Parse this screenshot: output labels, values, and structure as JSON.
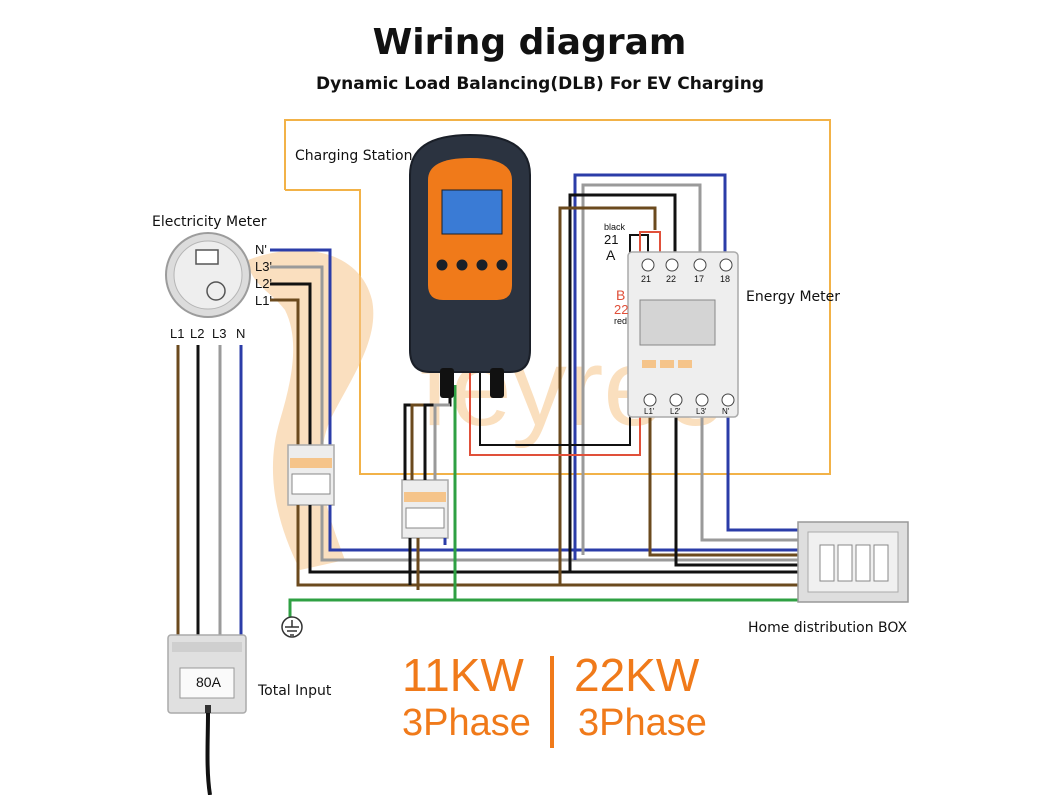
{
  "header": {
    "title": "Wiring diagram",
    "subtitle": "Dynamic Load Balancing(DLB) For EV Charging"
  },
  "labels": {
    "charging_station": "Charging Station",
    "electricity_meter": "Electricity Meter",
    "energy_meter": "Energy Meter",
    "home_box": "Home distribution BOX",
    "total_input": "Total Input",
    "breaker_rating": "80A"
  },
  "meter_terminals": [
    "N'",
    "L3'",
    "L2'",
    "L1'"
  ],
  "input_lines": [
    "L1",
    "L2",
    "L3",
    "N"
  ],
  "energy_meter_terminals": {
    "top": [
      "21",
      "22",
      "17",
      "18"
    ],
    "bottom": [
      "L1'",
      "L2'",
      "L3'",
      "N'"
    ]
  },
  "rs485": {
    "a_color": "black",
    "a_num": "21",
    "a_letter": "A",
    "b_letter": "B",
    "b_num": "22",
    "b_color": "red"
  },
  "watermark": "feyree",
  "power": {
    "left_kw": "11KW",
    "right_kw": "22KW",
    "left_phase": "3Phase",
    "right_phase": "3Phase"
  },
  "colors": {
    "orange": "#f07a1a",
    "frame": "#f2b248",
    "brown": "#6b4a1e",
    "black": "#111111",
    "grey": "#9a9a9a",
    "blue": "#2b3ca8",
    "green": "#2fa043",
    "red": "#e0503a"
  }
}
